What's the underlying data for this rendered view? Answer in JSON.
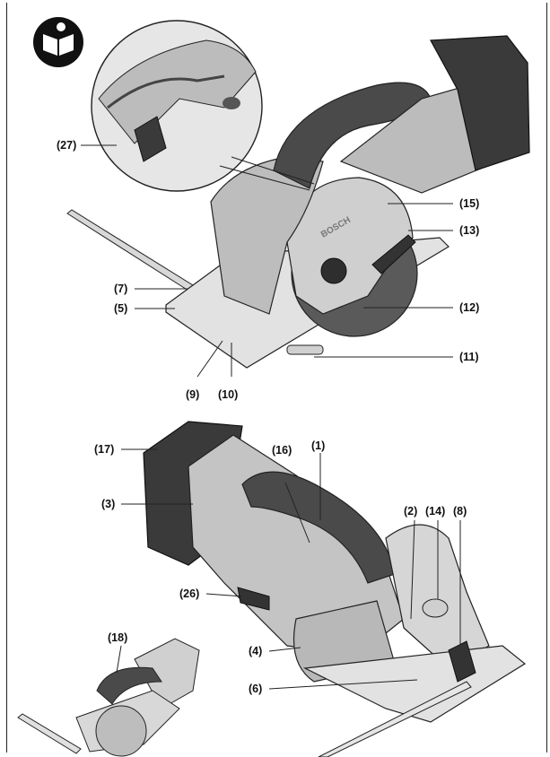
{
  "manual_icon": "read-manual-icon",
  "logo_text": "BOSCH",
  "figure_top": {
    "callouts": [
      {
        "key": "27",
        "label": "(27)"
      },
      {
        "key": "15",
        "label": "(15)"
      },
      {
        "key": "13",
        "label": "(13)"
      },
      {
        "key": "7",
        "label": "(7)"
      },
      {
        "key": "5",
        "label": "(5)"
      },
      {
        "key": "12",
        "label": "(12)"
      },
      {
        "key": "11",
        "label": "(11)"
      },
      {
        "key": "9",
        "label": "(9)"
      },
      {
        "key": "10",
        "label": "(10)"
      }
    ]
  },
  "figure_bottom": {
    "callouts": [
      {
        "key": "17",
        "label": "(17)"
      },
      {
        "key": "16",
        "label": "(16)"
      },
      {
        "key": "1",
        "label": "(1)"
      },
      {
        "key": "3",
        "label": "(3)"
      },
      {
        "key": "2",
        "label": "(2)"
      },
      {
        "key": "14",
        "label": "(14)"
      },
      {
        "key": "8",
        "label": "(8)"
      },
      {
        "key": "26",
        "label": "(26)"
      },
      {
        "key": "4",
        "label": "(4)"
      },
      {
        "key": "6",
        "label": "(6)"
      }
    ]
  },
  "figure_small": {
    "callouts": [
      {
        "key": "18",
        "label": "(18)"
      }
    ]
  },
  "colors": {
    "saw_body": "#c9c9c9",
    "saw_dark": "#4a4a4a",
    "battery": "#3a3a3a",
    "outline": "#222222"
  }
}
